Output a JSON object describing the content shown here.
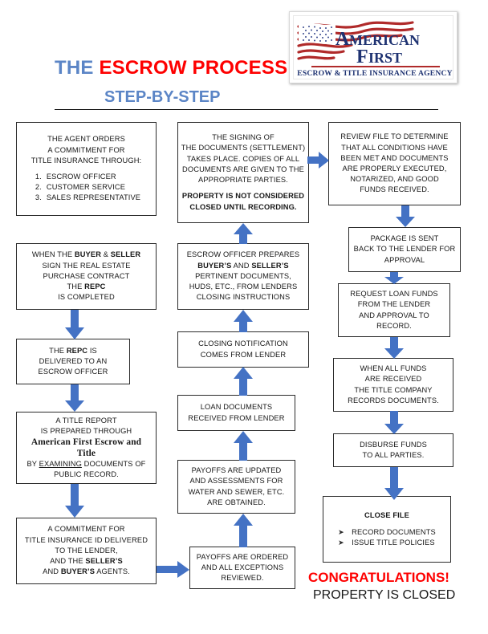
{
  "header": {
    "title_the": "THE ",
    "title_escrow": "ESCROW PROCESS",
    "subtitle": "STEP-BY-STEP",
    "colors": {
      "blue": "#5B85C6",
      "red": "#FE0000",
      "arrow_blue": "#4472C4",
      "navy": "#1F3372"
    },
    "logo": {
      "name": "american-first-logo",
      "line1": "AMERICAN",
      "line2": "FIRST",
      "tagline": "ESCROW & TITLE INSURANCE AGENCY"
    }
  },
  "flow": {
    "left": [
      {
        "id": "agent-orders",
        "lines": [
          "THE AGENT ORDERS",
          "A COMMITMENT FOR",
          "TITLE INSURANCE THROUGH:"
        ],
        "list": [
          "ESCROW OFFICER",
          "CUSTOMER SERVICE",
          "SALES REPRESENTATIVE"
        ]
      },
      {
        "id": "repc-completed",
        "lines": [
          "WHEN THE BUYER & SELLER",
          "SIGN THE REAL ESTATE",
          "PURCHASE CONTRACT",
          "THE REPC",
          "IS COMPLETED"
        ]
      },
      {
        "id": "repc-delivered",
        "lines": [
          "THE REPC IS",
          "DELIVERED TO AN",
          "ESCROW OFFICER"
        ]
      },
      {
        "id": "title-report",
        "lines": [
          "A TITLE REPORT",
          "IS PREPARED THROUGH",
          "American First Escrow and",
          "Title",
          "BY EXAMINING DOCUMENTS OF",
          "PUBLIC RECORD."
        ]
      },
      {
        "id": "commitment-delivered",
        "lines": [
          "A COMMITMENT FOR",
          "TITLE INSURANCE ID DELIVERED",
          "TO THE LENDER,",
          "AND THE SELLER'S",
          "AND BUYER'S AGENTS."
        ]
      }
    ],
    "middle": [
      {
        "id": "signing-documents",
        "lines": [
          "THE SIGNING OF",
          "THE DOCUMENTS (SETTLEMENT)",
          "TAKES PLACE. COPIES OF ALL",
          "DOCUMENTS ARE GIVEN TO THE",
          "APPROPRIATE PARTIES."
        ],
        "emphasis": [
          "PROPERTY IS NOT CONSIDERED",
          "CLOSED UNTIL RECORDING."
        ]
      },
      {
        "id": "escrow-officer-prepares",
        "lines": [
          "ESCROW OFFICER PREPARES",
          "BUYER'S AND SELLER'S",
          "PERTINENT DOCUMENTS,",
          "HUDS, ETC., FROM LENDERS",
          "CLOSING INSTRUCTIONS"
        ]
      },
      {
        "id": "closing-notification",
        "lines": [
          "CLOSING NOTIFICATION",
          "COMES FROM LENDER"
        ]
      },
      {
        "id": "loan-documents",
        "lines": [
          "LOAN DOCUMENTS",
          "RECEIVED FROM LENDER"
        ]
      },
      {
        "id": "payoffs-updated",
        "lines": [
          "PAYOFFS ARE UPDATED",
          "AND ASSESSMENTS FOR",
          "WATER AND SEWER, ETC.",
          "ARE OBTAINED."
        ]
      },
      {
        "id": "payoffs-ordered",
        "lines": [
          "PAYOFFS ARE ORDERED",
          "AND ALL EXCEPTIONS",
          "REVIEWED."
        ]
      }
    ],
    "right": [
      {
        "id": "review-file",
        "lines": [
          "REVIEW FILE TO DETERMINE",
          "THAT ALL CONDITIONS HAVE",
          "BEEN MET AND DOCUMENTS",
          "ARE PROPERLY EXECUTED,",
          "NOTARIZED, AND GOOD",
          "FUNDS RECEIVED."
        ]
      },
      {
        "id": "package-sent",
        "lines": [
          "PACKAGE IS SENT",
          "BACK TO THE LENDER FOR",
          "APPROVAL"
        ]
      },
      {
        "id": "request-loan-funds",
        "lines": [
          "REQUEST LOAN FUNDS",
          "FROM THE LENDER",
          "AND APPROVAL TO",
          "RECORD."
        ]
      },
      {
        "id": "records-documents",
        "lines": [
          "WHEN ALL FUNDS",
          "ARE RECEIVED",
          "THE TITLE COMPANY",
          "RECORDS DOCUMENTS."
        ]
      },
      {
        "id": "disburse-funds",
        "lines": [
          "DISBURSE FUNDS",
          "TO ALL PARTIES."
        ]
      },
      {
        "id": "close-file",
        "heading": "CLOSE FILE",
        "bullets": [
          "RECORD DOCUMENTS",
          "ISSUE TITLE POLICIES"
        ]
      }
    ]
  },
  "footer": {
    "congratulations": "CONGRATULATIONS!",
    "property_closed": "PROPERTY IS CLOSED"
  }
}
